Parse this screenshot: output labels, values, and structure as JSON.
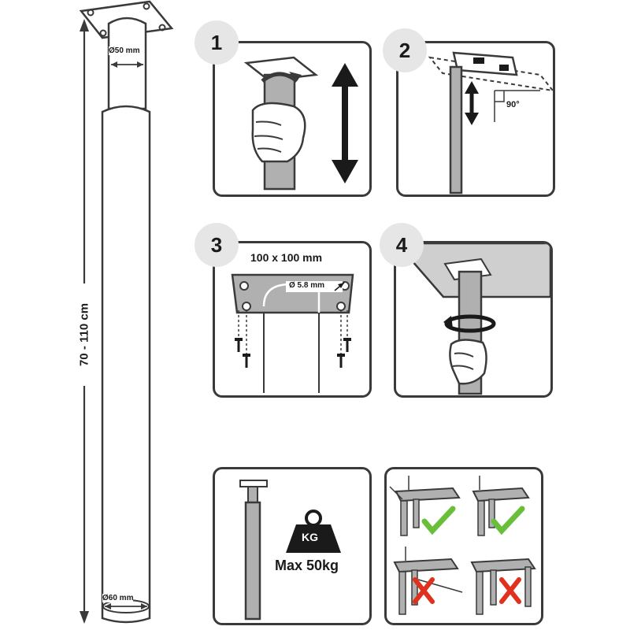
{
  "main_leg": {
    "top_diameter": "Ø50 mm",
    "bottom_diameter": "Ø60 mm",
    "height_range": "70 - 110 cm"
  },
  "steps": [
    {
      "number": "1"
    },
    {
      "number": "2",
      "angle": "90°"
    },
    {
      "number": "3",
      "plate_size": "100 x 100 mm",
      "hole_diameter": "Ø 5.8 mm"
    },
    {
      "number": "4"
    }
  ],
  "load": {
    "weight_tag": "KG",
    "max_load": "Max 50kg"
  },
  "colors": {
    "tube": "#b0b0b0",
    "outline": "#3a3a3a",
    "check": "#6abf3a",
    "cross": "#e0301e",
    "badge": "#e6e6e6",
    "tabletop": "#cfcfcf"
  }
}
